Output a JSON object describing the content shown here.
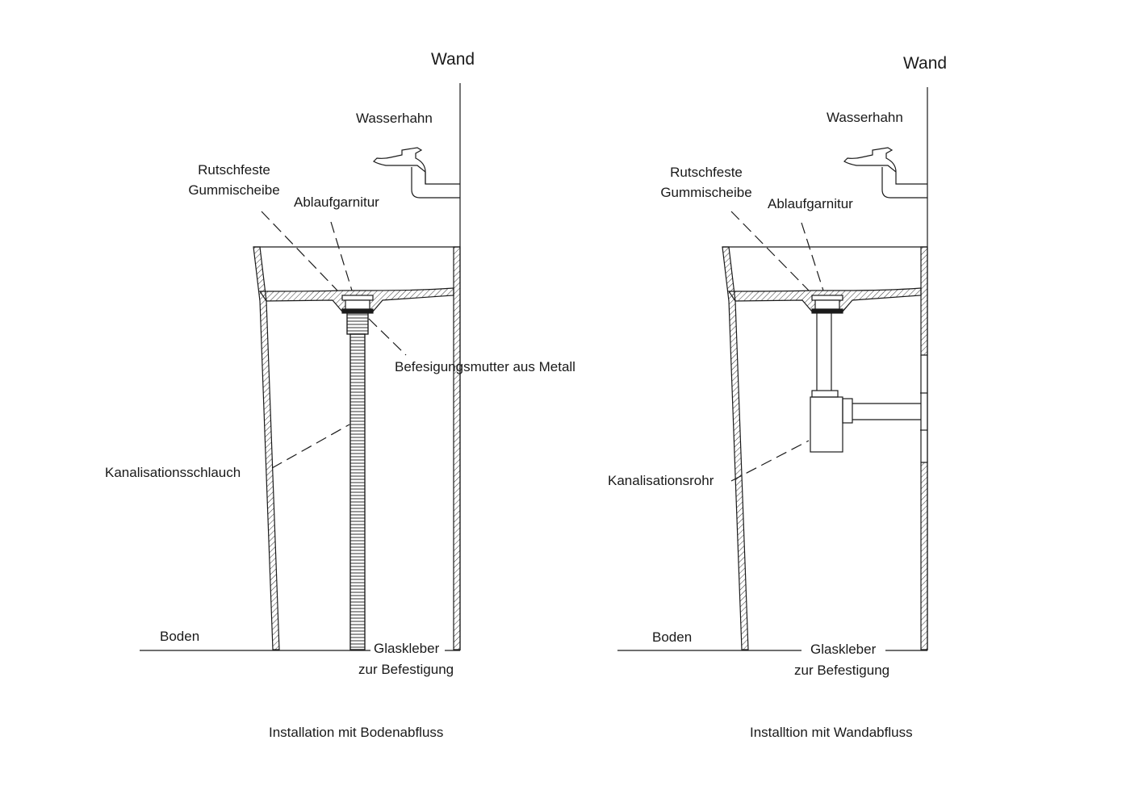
{
  "left_panel": {
    "wall": "Wand",
    "faucet": "Wasserhahn",
    "washer_line1": "Rutschfeste",
    "washer_line2": "Gummischeibe",
    "drain_fitting": "Ablaufgarnitur",
    "nut": "Befesigungsmutter aus Metall",
    "hose": "Kanalisationsschlauch",
    "floor": "Boden",
    "glue_line1": "Glaskleber",
    "glue_line2": "zur Befestigung",
    "caption": "Installation mit Bodenabfluss"
  },
  "right_panel": {
    "wall": "Wand",
    "faucet": "Wasserhahn",
    "washer_line1": "Rutschfeste",
    "washer_line2": "Gummischeibe",
    "drain_fitting": "Ablaufgarnitur",
    "pipe": "Kanalisationsrohr",
    "floor": "Boden",
    "glue_line1": "Glaskleber",
    "glue_line2": "zur Befestigung",
    "caption": "Installtion mit Wandabfluss"
  },
  "colors": {
    "line": "#1a1a1a",
    "background": "#ffffff"
  }
}
